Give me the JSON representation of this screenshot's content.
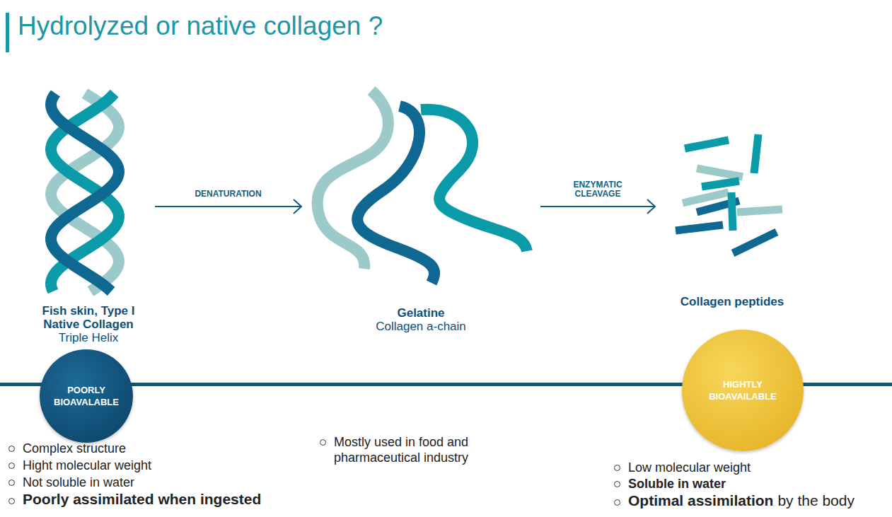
{
  "diagram": {
    "title": "Hydrolyzed or native collagen ?",
    "nodes": [
      {
        "text": [
          "Fish skin, Type I Native Collagen",
          "Triple Helix"
        ]
      },
      {
        "text": [
          "Gelatine",
          "Collagen a-chain"
        ]
      },
      {
        "text": [
          "Collagen peptides"
        ]
      },
      {
        "text": [
          "POORLY BIOAVALABLE"
        ]
      },
      {
        "text": [
          "HIGHTLY BIOAVAILABLE"
        ]
      }
    ],
    "edges": [
      {
        "from": 0,
        "to": 1,
        "label": "DENATURATION",
        "arrow": "to"
      },
      {
        "from": 1,
        "to": 2,
        "label": "ENZYMATIC CLEAVAGE",
        "arrow": "to"
      }
    ],
    "labels": [
      "Complex structure",
      "Hight molecular weight",
      "Not soluble in water",
      "Poorly assimilated when ingested",
      "Mostly used in food and pharmaceutical industry",
      "Low molecular weight",
      "Soluble in water",
      "Optimal assimilation",
      "by the body"
    ]
  }
}
